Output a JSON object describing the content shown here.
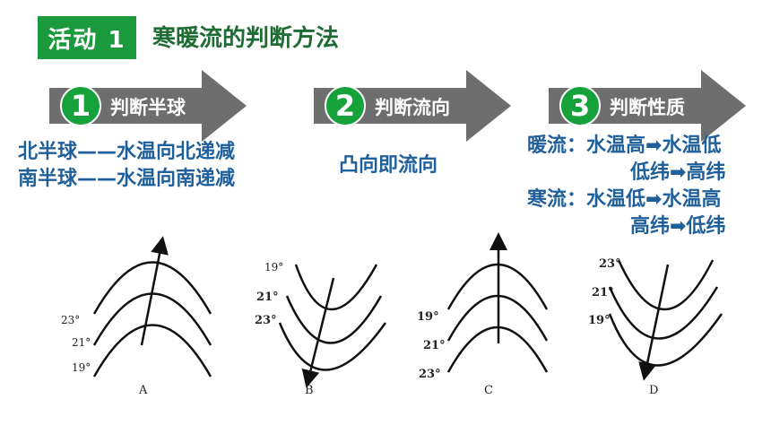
{
  "header": {
    "badge": "活动 1",
    "title": "寒暖流的判断方法"
  },
  "steps": [
    {
      "number": "1",
      "label": "判断半球"
    },
    {
      "number": "2",
      "label": "判断流向"
    },
    {
      "number": "3",
      "label": "判断性质"
    }
  ],
  "hemisphere_rules": [
    "北半球——水温向北递减",
    "南半球——水温向南递减"
  ],
  "flow_rule": "凸向即流向",
  "nature_rules": {
    "warm_label": "暖流：",
    "warm_line1": "水温高➡水温低",
    "warm_line2": "低纬➡高纬",
    "cold_label": "寒流：",
    "cold_line1": "水温低➡水温高",
    "cold_line2": "高纬➡低纬"
  },
  "diagrams": [
    {
      "letter": "A",
      "labels": [
        "23°",
        "21°",
        "19°"
      ]
    },
    {
      "letter": "B",
      "labels": [
        "19°",
        "21°",
        "23°"
      ]
    },
    {
      "letter": "C",
      "labels": [
        "19°",
        "21°",
        "23°"
      ]
    },
    {
      "letter": "D",
      "labels": [
        "23°",
        "21°",
        "19°"
      ]
    }
  ],
  "colors": {
    "green": "#1a9a3c",
    "blue": "#1f5f9a",
    "arrow_gray": "#6e6e6e"
  }
}
